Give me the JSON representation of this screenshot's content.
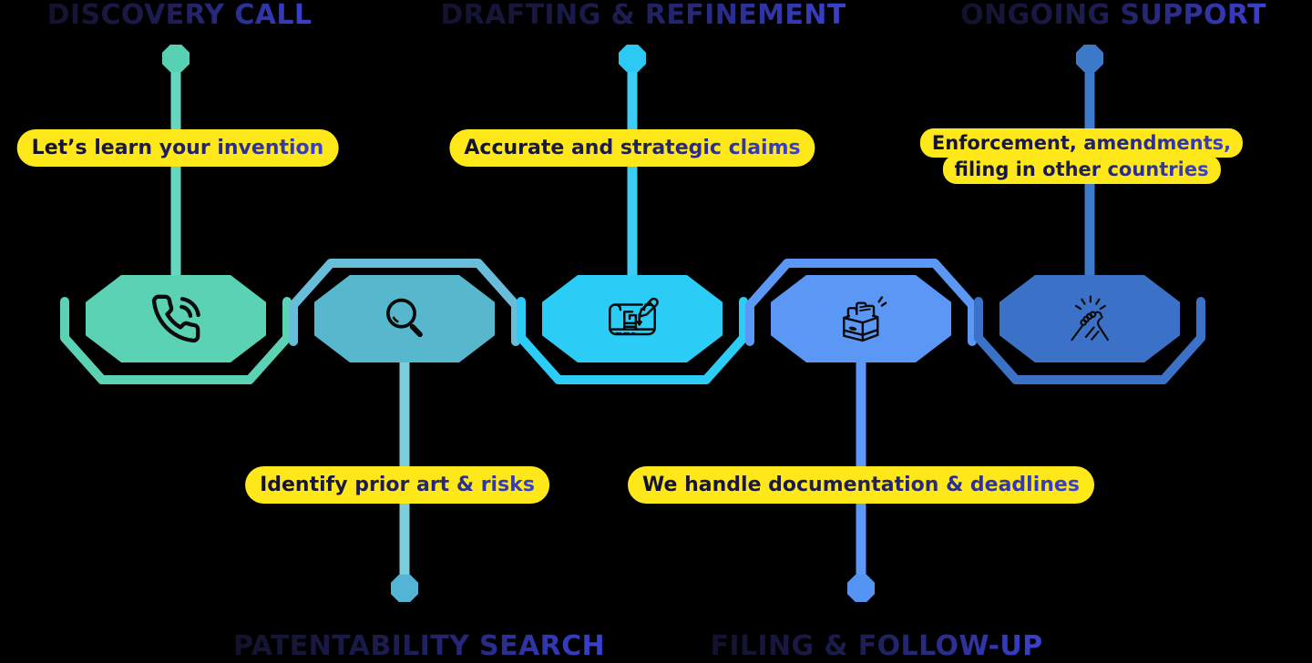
{
  "palette": {
    "background": "#000000",
    "highlight_yellow": "#FFE81A",
    "text_gradient_start": "#12122E",
    "text_gradient_end": "#3A41D2"
  },
  "steps": [
    {
      "title": "DISCOVERY CALL",
      "title_position": "top",
      "label": "Let’s learn your invention",
      "icon": "phone-call-icon",
      "colors": {
        "fill": "#5BD2B3",
        "outline": "#5BD2B3",
        "line": "#66D6C1",
        "dot": "#58D1B2"
      }
    },
    {
      "title": "PATENTABILITY SEARCH",
      "title_position": "bottom",
      "label": "Identify prior art & risks",
      "icon": "magnifier-icon",
      "colors": {
        "fill": "#57B7CD",
        "outline": "#68BEDA",
        "line": "#7CCEDC",
        "dot": "#54B4D6"
      }
    },
    {
      "title": "DRAFTING & REFINEMENT",
      "title_position": "top",
      "label": "Accurate and strategic claims",
      "icon": "blueprint-pencil-icon",
      "colors": {
        "fill": "#2BCDF7",
        "outline": "#2BCDF7",
        "line": "#3BCDF4",
        "dot": "#2BC9F4"
      }
    },
    {
      "title": "FILING & FOLLOW-UP",
      "title_position": "bottom",
      "label": "We handle documentation & deadlines",
      "icon": "archive-box-icon",
      "colors": {
        "fill": "#5B97F5",
        "outline": "#5B97F5",
        "line": "#5C99F6",
        "dot": "#5594F2"
      }
    },
    {
      "title": "ONGOING SUPPORT",
      "title_position": "top",
      "label_lines": [
        "Enforcement, amendments,",
        "filing in other countries"
      ],
      "icon": "handshake-icon",
      "colors": {
        "fill": "#3B72C8",
        "outline": "#3B72C8",
        "line": "#3E7ACB",
        "dot": "#3E78C9"
      }
    }
  ]
}
